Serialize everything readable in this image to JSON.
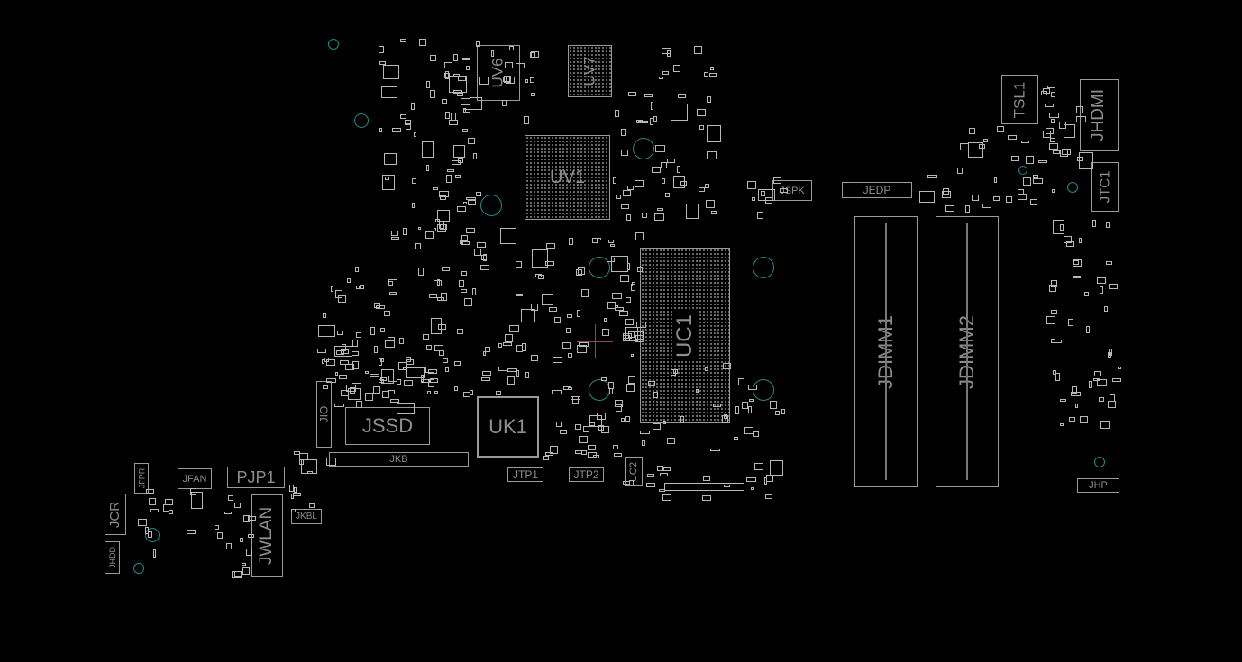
{
  "board": {
    "components": [
      {
        "id": "UV6",
        "label": "UV6"
      },
      {
        "id": "UV7",
        "label": "UV7"
      },
      {
        "id": "UV1",
        "label": "UV1"
      },
      {
        "id": "UC1",
        "label": "UC1"
      },
      {
        "id": "JDIMM1",
        "label": "JDIMM1"
      },
      {
        "id": "JDIMM2",
        "label": "JDIMM2"
      },
      {
        "id": "TSL1",
        "label": "TSL1"
      },
      {
        "id": "JHDMI",
        "label": "JHDMI"
      },
      {
        "id": "JTC1",
        "label": "JTC1"
      },
      {
        "id": "JSPK",
        "label": "JSPK"
      },
      {
        "id": "JEDP",
        "label": "JEDP"
      },
      {
        "id": "JSSD",
        "label": "JSSD"
      },
      {
        "id": "UK1",
        "label": "UK1"
      },
      {
        "id": "JKB",
        "label": "JKB"
      },
      {
        "id": "JIO",
        "label": "JIO"
      },
      {
        "id": "JTP1",
        "label": "JTP1"
      },
      {
        "id": "JTP2",
        "label": "JTP2"
      },
      {
        "id": "UC2",
        "label": "UC2"
      },
      {
        "id": "JHP",
        "label": "JHP"
      },
      {
        "id": "PJP1",
        "label": "PJP1"
      },
      {
        "id": "JFAN",
        "label": "JFAN"
      },
      {
        "id": "JFPR",
        "label": "JFPR"
      },
      {
        "id": "JCR",
        "label": "JCR"
      },
      {
        "id": "JHDD",
        "label": "JHDD"
      },
      {
        "id": "JWLAN",
        "label": "JWLAN"
      },
      {
        "id": "JKBL",
        "label": "JKBL"
      }
    ]
  },
  "colors": {
    "background": "#000000",
    "outline": "#9a9a9a",
    "hole": "#1f8a8a",
    "cursor": "#8a4a4a"
  }
}
